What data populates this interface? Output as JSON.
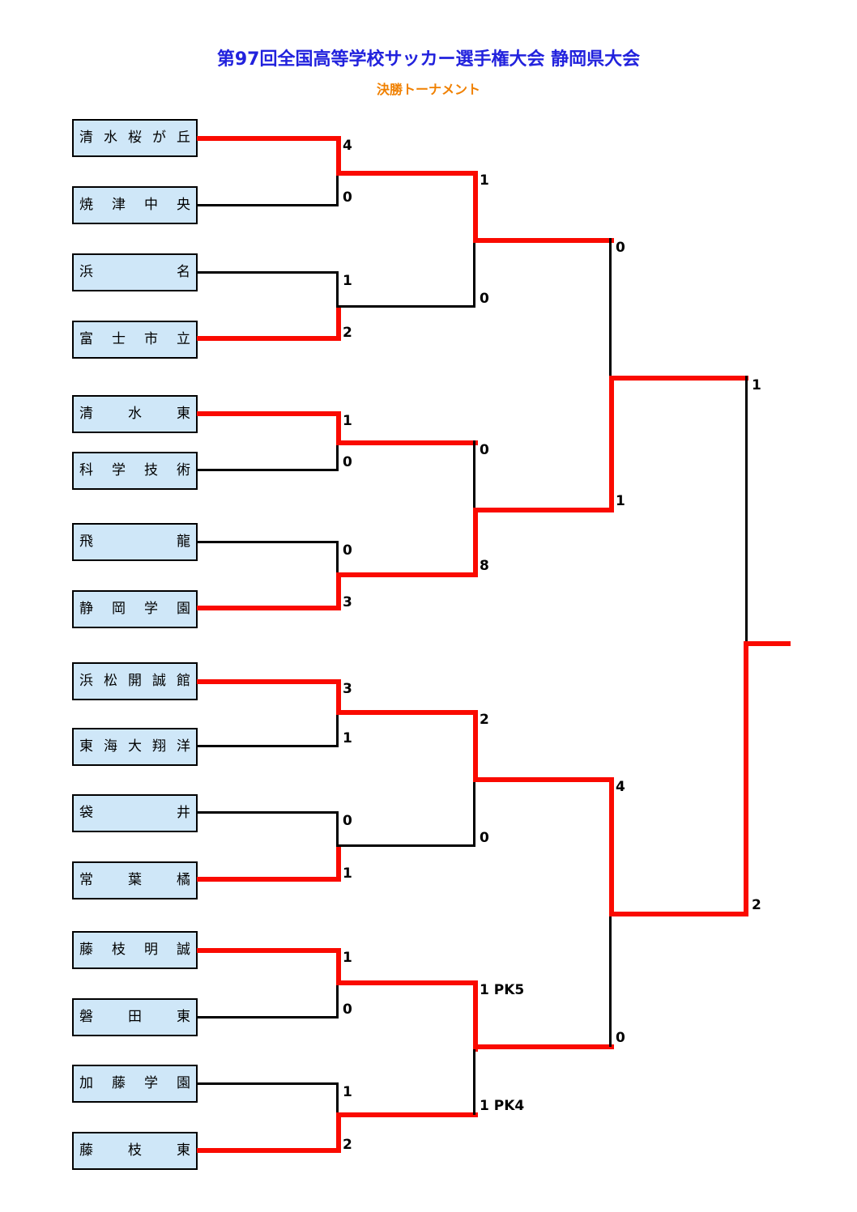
{
  "header": {
    "title": "第97回全国高等学校サッカー選手権大会 静岡県大会",
    "subtitle": "決勝トーナメント",
    "title_color": "#2222dd",
    "subtitle_color": "#f08000"
  },
  "legend": {
    "winner_color": "#fa0a00",
    "loser_color": "#000000",
    "team_box_fill": "#cfe7f8"
  },
  "teams": [
    {
      "id": "t1",
      "name": "清水桜が丘"
    },
    {
      "id": "t2",
      "name": "焼津中央"
    },
    {
      "id": "t3",
      "name": "浜名"
    },
    {
      "id": "t4",
      "name": "富士市立"
    },
    {
      "id": "t5",
      "name": "清水東"
    },
    {
      "id": "t6",
      "name": "科学技術"
    },
    {
      "id": "t7",
      "name": "飛龍"
    },
    {
      "id": "t8",
      "name": "静岡学園"
    },
    {
      "id": "t9",
      "name": "浜松開誠館"
    },
    {
      "id": "t10",
      "name": "東海大翔洋"
    },
    {
      "id": "t11",
      "name": "袋井"
    },
    {
      "id": "t12",
      "name": "常葉橘"
    },
    {
      "id": "t13",
      "name": "藤枝明誠"
    },
    {
      "id": "t14",
      "name": "磐田東"
    },
    {
      "id": "t15",
      "name": "加藤学園"
    },
    {
      "id": "t16",
      "name": "藤枝東"
    }
  ],
  "round1": [
    {
      "top_score": "4",
      "bottom_score": "0",
      "winner": "top"
    },
    {
      "top_score": "1",
      "bottom_score": "2",
      "winner": "bottom"
    },
    {
      "top_score": "1",
      "bottom_score": "0",
      "winner": "top"
    },
    {
      "top_score": "0",
      "bottom_score": "3",
      "winner": "bottom"
    },
    {
      "top_score": "3",
      "bottom_score": "1",
      "winner": "top"
    },
    {
      "top_score": "0",
      "bottom_score": "1",
      "winner": "bottom"
    },
    {
      "top_score": "1",
      "bottom_score": "0",
      "winner": "top"
    },
    {
      "top_score": "1",
      "bottom_score": "2",
      "winner": "bottom"
    }
  ],
  "quarterfinals": [
    {
      "top_score": "1",
      "bottom_score": "0",
      "winner": "top"
    },
    {
      "top_score": "0",
      "bottom_score": "8",
      "winner": "bottom"
    },
    {
      "top_score": "2",
      "bottom_score": "0",
      "winner": "top"
    },
    {
      "top_score": "1 PK5",
      "bottom_score": "1 PK4",
      "winner": "top"
    }
  ],
  "semifinals": [
    {
      "top_score": "0",
      "bottom_score": "1",
      "winner": "bottom"
    },
    {
      "top_score": "4",
      "bottom_score": "0",
      "winner": "top"
    }
  ],
  "final": {
    "top_score": "1",
    "bottom_score": "2",
    "winner": "bottom"
  }
}
